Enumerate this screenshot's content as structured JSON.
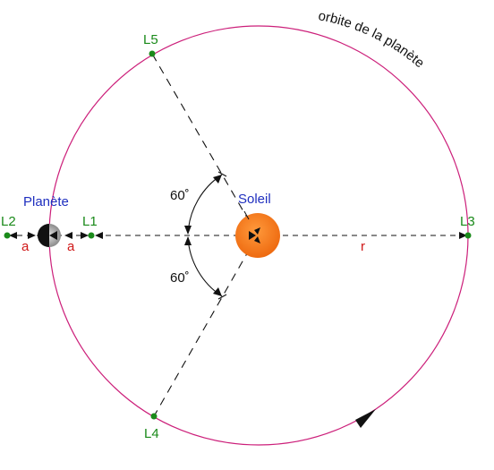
{
  "labels": {
    "orbit": "orbite de la planète",
    "planet": "Planète",
    "sun": "Soleil",
    "L1": "L1",
    "L2": "L2",
    "L3": "L3",
    "L4": "L4",
    "L5": "L5",
    "angle_upper": "60˚",
    "angle_lower": "60˚",
    "dist_a_left": "a",
    "dist_a_right": "a",
    "dist_r": "r"
  },
  "colors": {
    "orbit": "#cc1f7a",
    "lagrange_point": "#1a8a1a",
    "planet_label": "#1f2fbf",
    "distance_label": "#d01818",
    "sun": "#f47a20",
    "line": "#111111"
  }
}
